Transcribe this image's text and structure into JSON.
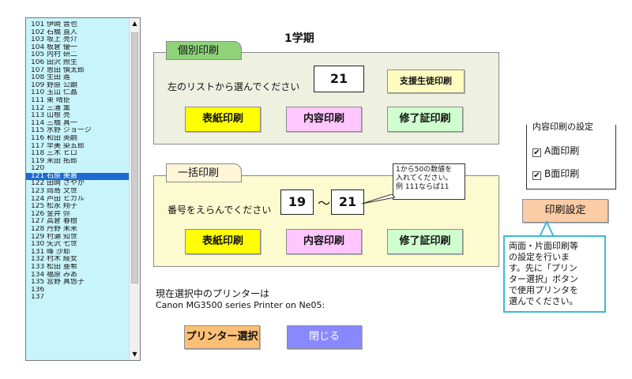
{
  "students": [
    "101 伊崎 晋也",
    "102 石橋 直人",
    "103 坂上 亮介",
    "104 板倉 優一",
    "105 内村 研二",
    "106 田沢 照生",
    "107 恩田 慎太郎",
    "108 生田 進",
    "109 野原 公顕",
    "110 玉山 仁晶",
    "111 東 晴臣",
    "112 三浦 薫",
    "113 山根 亮",
    "114 三橋 真一",
    "115 水野 ジョージ",
    "116 和田 英嗣",
    "117 早美 染五郎",
    "118 三木 ヒロ",
    "119 米田 拓郎",
    "120",
    "121 石原 美嘉",
    "122 田崎 さやか",
    "123 岡島 文世",
    "124 芦田 ヒカル",
    "125 松永 翔子",
    "126 金井 弥",
    "127 高倉 春樹",
    "128 丹野 未来",
    "129 村瀬 知世",
    "130 矢沢 七世",
    "131 峰 沙耶",
    "132 村木 綾女",
    "133 松田 亜希",
    "134 福原 みあ",
    "135 宮野 真悠子",
    "136",
    "137"
  ],
  "selected_index": 20,
  "term_title": "1学期",
  "individual": {
    "tab_label": "個別印刷",
    "prompt": "左のリストから選んでください",
    "number": "21",
    "support_button": "支援生徒印刷",
    "cover_button": "表紙印刷",
    "content_button": "内容印刷",
    "certificate_button": "修了証印刷"
  },
  "bulk": {
    "tab_label": "一括印刷",
    "prompt": "番号をえらんでください",
    "from": "19",
    "separator": "～",
    "to": "21",
    "callout": [
      "1から50の数値を",
      "入れてください。",
      "例 111ならば11"
    ],
    "cover_button": "表紙印刷",
    "content_button": "内容印刷",
    "certificate_button": "修了証印刷"
  },
  "printer": {
    "label": "現在選択中のプリンターは",
    "name": "Canon MG3500 series Printer on Ne05:",
    "select_button": "プリンター選択",
    "close_button": "閉じる"
  },
  "print_settings": {
    "title": "内容印刷の設定",
    "option_a": "A面印刷",
    "option_b": "B面印刷",
    "option_a_checked": true,
    "option_b_checked": true,
    "button": "印刷設定",
    "tooltip": [
      "両面・片面印刷等",
      "の設定を行いま",
      "す。先に「プリン",
      "ター選択」ボタン",
      "で使用プリンタを",
      "選んでください。"
    ]
  },
  "icons": {
    "scroll_up": "triangle-up",
    "scroll_down": "triangle-down",
    "check": "checkmark"
  },
  "colors": {
    "list_bg": "#c8f4fc",
    "selection": "#1e6ad2",
    "individual_tab": "#8fd27a",
    "individual_panel": "#eef0e0",
    "bulk_panel": "#fbfbcf",
    "yellow_button": "#ffff00",
    "pink_button": "#ffc6ff",
    "green_button": "#cfffcf",
    "printer_button": "#fbbf75",
    "close_button": "#8888ff",
    "settings_button": "#fbcca6",
    "tooltip_border": "#3fb9d9"
  }
}
